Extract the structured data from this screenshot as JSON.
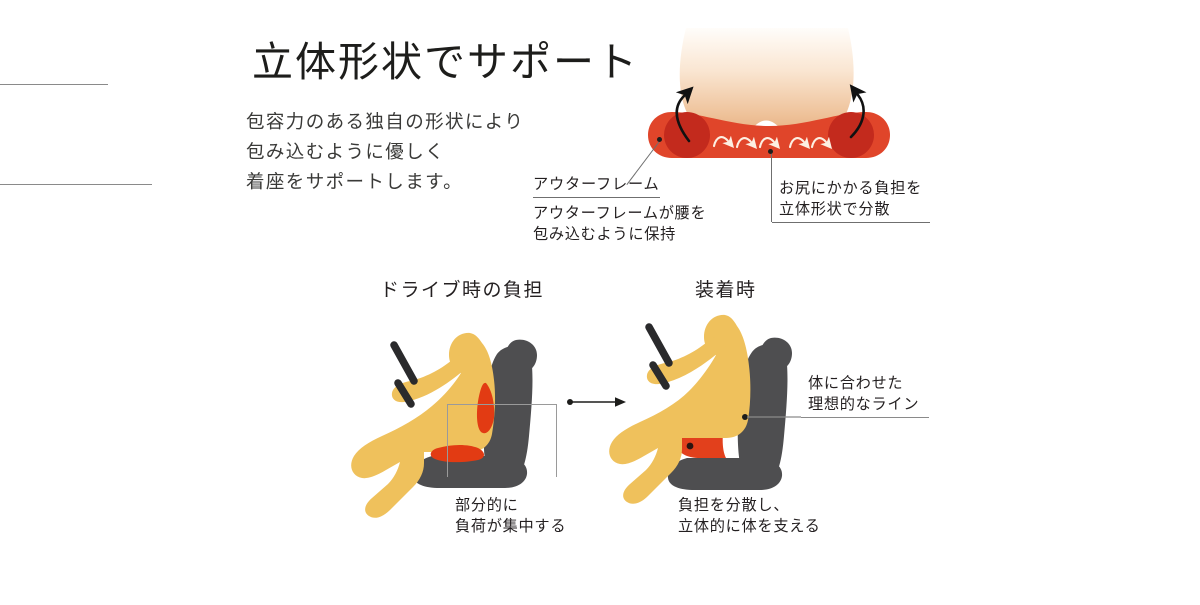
{
  "headline": "立体形状でサポート",
  "lede": "包容力のある独自の形状により\n包み込むように優しく\n着座をサポートします。",
  "cushion_diagram": {
    "outer_frame_label": "アウターフレーム",
    "outer_frame_desc": "アウターフレームが腰を\n包み込むように保持",
    "hip_label": "お尻にかかる負担を\n立体形状で分散"
  },
  "comparison": {
    "left": {
      "heading": "ドライブ時の負担",
      "caption": "部分的に\n負荷が集中する"
    },
    "right": {
      "heading": "装着時",
      "caption": "負担を分散し、\n立体的に体を支える",
      "side_label": "体に合わせた\n理想的なライン"
    }
  },
  "colors": {
    "frame_red": "#E0452A",
    "bolster_red": "#C32A1D",
    "body_cream_top": "#FDF6EE",
    "body_cream_bottom": "#E8B183",
    "figure_yellow": "#EFC15C",
    "seat_gray": "#4E4E50",
    "hotspot_red": "#E23B13",
    "text_dark": "#231f20",
    "rule_gray": "#8a8a8a",
    "background": "#ffffff"
  }
}
